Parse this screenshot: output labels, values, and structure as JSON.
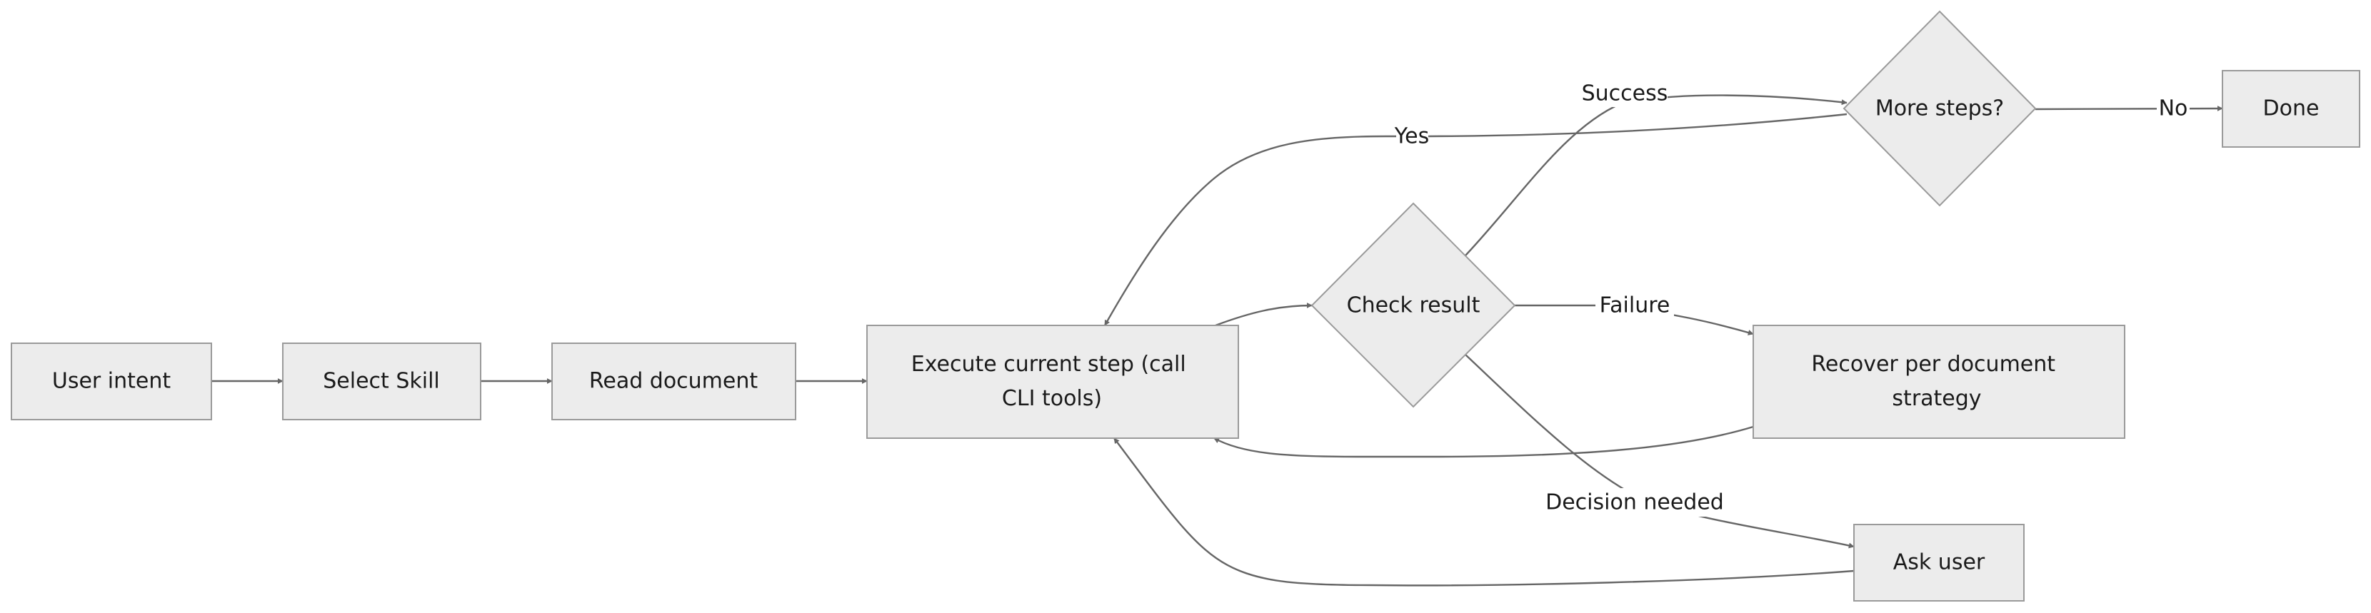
{
  "nodes": {
    "user_intent": "User intent",
    "select_skill": "Select Skill",
    "read_document": "Read document",
    "execute_step": [
      "Execute current step (call",
      "CLI tools)"
    ],
    "check_result": "Check result",
    "more_steps": "More steps?",
    "done": "Done",
    "recover": [
      "Recover per document",
      "strategy"
    ],
    "ask_user": "Ask user"
  },
  "edge_labels": {
    "yes": "Yes",
    "success": "Success",
    "no": "No",
    "failure": "Failure",
    "decision_needed": "Decision needed"
  }
}
